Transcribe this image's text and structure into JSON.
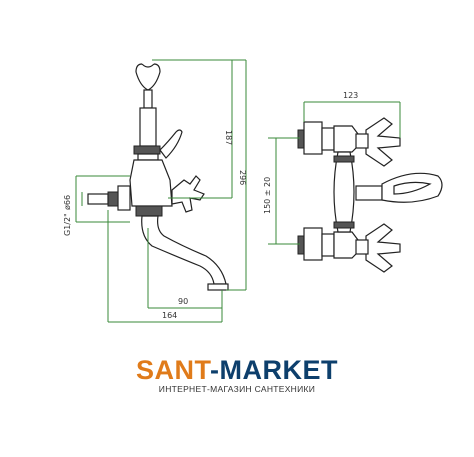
{
  "dimensions": {
    "d187": "187",
    "d296": "296",
    "d66": "ø66",
    "thread": "G1/2\"",
    "d90": "90",
    "d164": "164",
    "d123": "123",
    "d150": "150 ± 20"
  },
  "brand": {
    "part1": "SANT",
    "part2": "-MARKET",
    "tagline": "ИНТЕРНЕТ-МАГАЗИН САНТЕХНИКИ"
  },
  "colors": {
    "dimension_line": "#3a8a3a",
    "brand_orange": "#e07b1a",
    "brand_navy": "#0d3f6c"
  }
}
